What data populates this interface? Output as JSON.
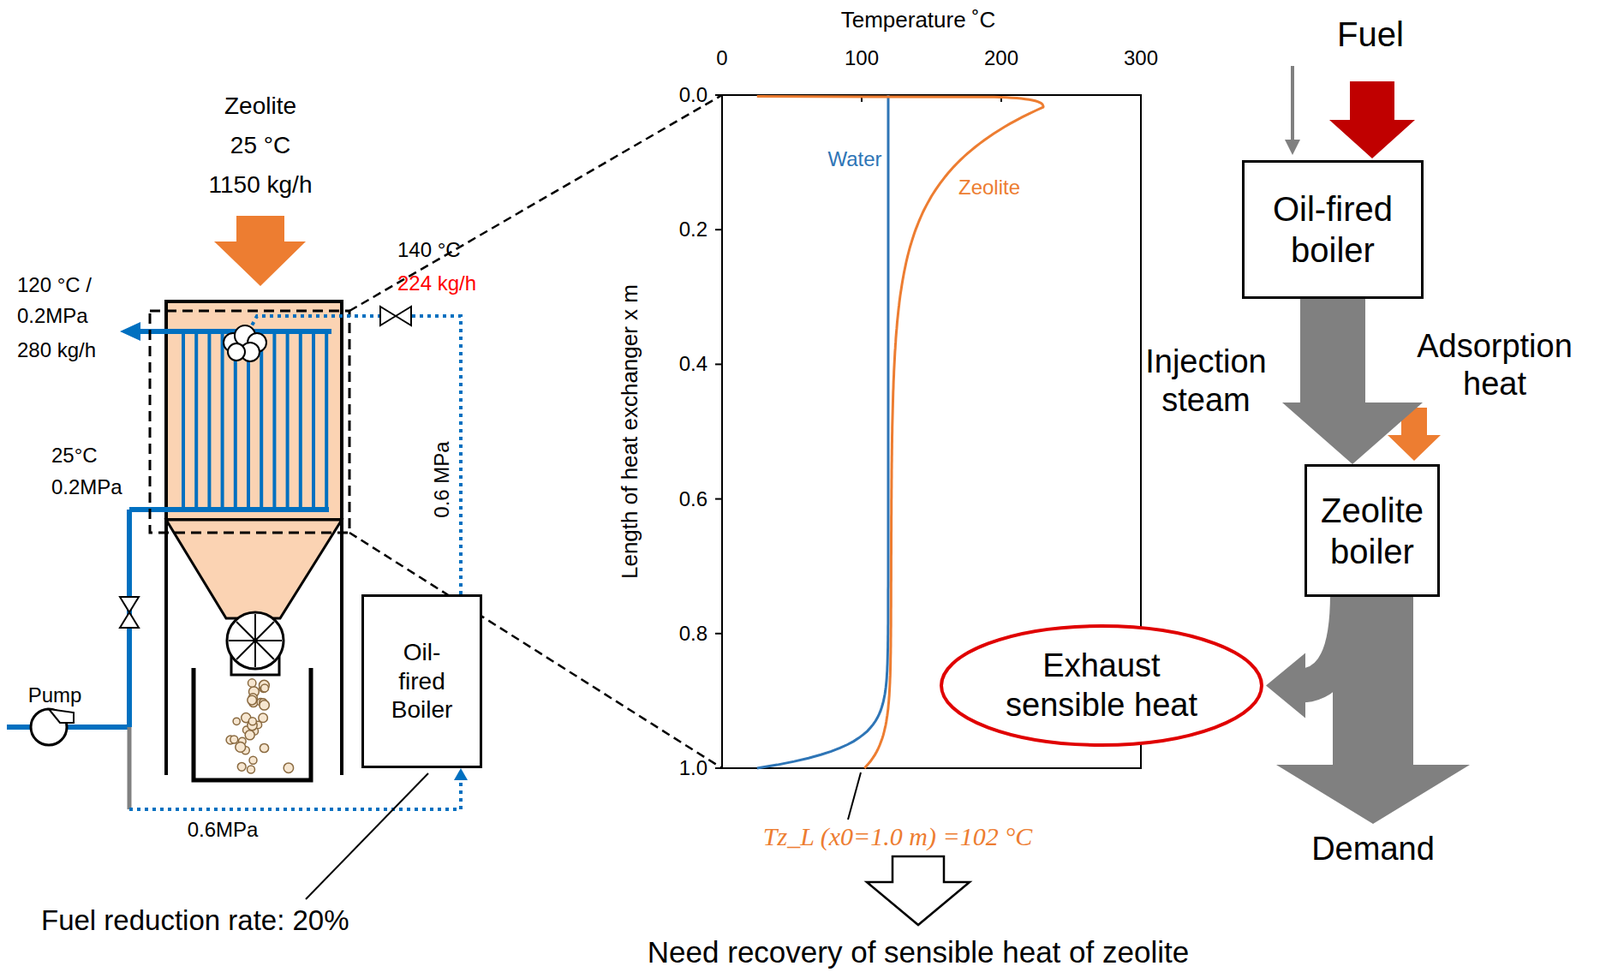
{
  "diagram": {
    "nodes": [
      {
        "text": [
          "Oil-fired Boiler"
        ]
      },
      {
        "text": [
          "Oil-fired boiler"
        ]
      },
      {
        "text": [
          "Zeolite boiler"
        ]
      },
      {
        "text": [
          "Exhaust sensible heat"
        ]
      }
    ],
    "edges": [
      {
        "from": 1,
        "to": 2,
        "label": "Injection steam",
        "arrow": "to"
      },
      {
        "from": 2,
        "to": 3,
        "arrow": "to"
      }
    ],
    "labels": [
      "Zeolite",
      "25 °C",
      "1150 kg/h",
      "120 °C /",
      "0.2MPa",
      "280 kg/h",
      "140 °C",
      "224 kg/h",
      "25°C",
      "0.2MPa",
      "0.6 MPa",
      "Pump",
      "0.6MPa",
      "Fuel reduction rate: 20%",
      "Temperature ˚C",
      "0",
      "100",
      "200",
      "300",
      "0.0",
      "0.2",
      "0.4",
      "0.6",
      "0.8",
      "1.0",
      "Length of heat exchanger x m",
      "Water",
      "Zeolite",
      "Tz_L (x0=1.0 m) =102 °C",
      "Need recovery of sensible heat of zeolite",
      "Fuel",
      "Adsorption heat",
      "Demand"
    ]
  }
}
